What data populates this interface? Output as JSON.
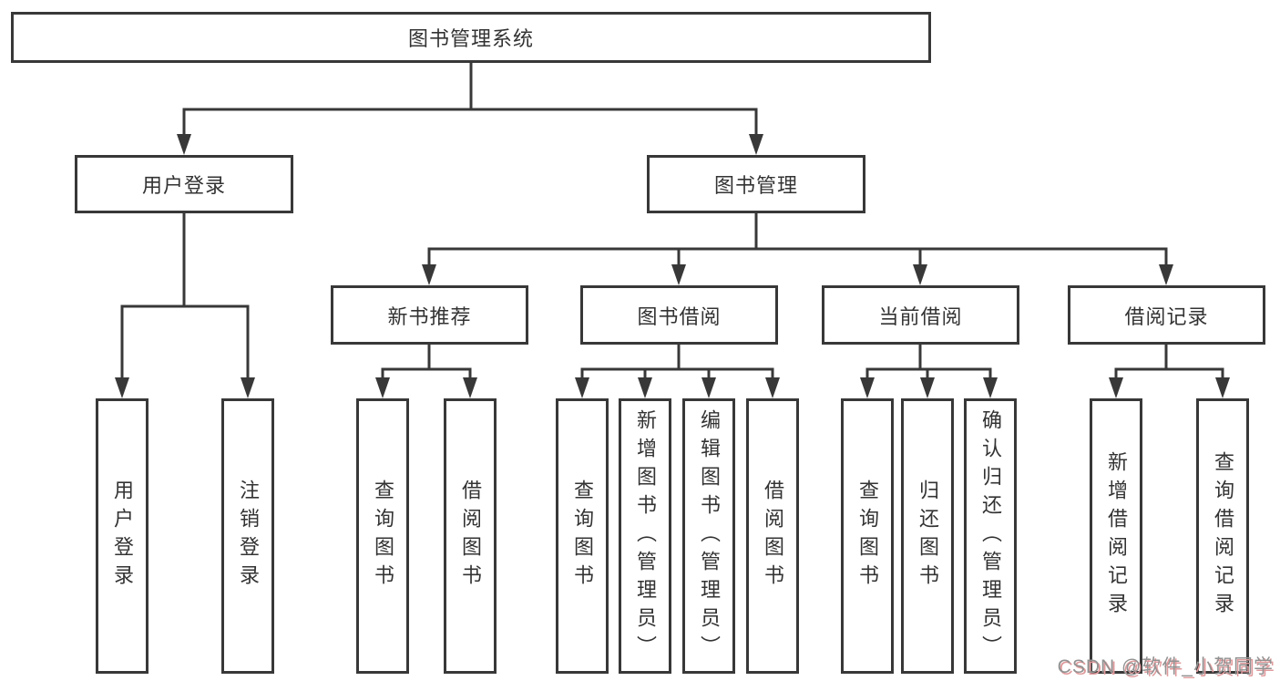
{
  "diagram": {
    "type": "tree-hierarchy",
    "title": "图书管理系统",
    "colors": {
      "line": "#383838",
      "box_border": "#383838",
      "box_fill": "#ffffff",
      "text": "#333333",
      "watermark_text": "#929292",
      "watermark_shadow": "#e09a9c"
    },
    "nodes": {
      "root": {
        "label": "图书管理系统"
      },
      "user_login": {
        "label": "用户登录"
      },
      "book_mgmt": {
        "label": "图书管理"
      },
      "new_book_rec": {
        "label": "新书推荐"
      },
      "book_borrow": {
        "label": "图书借阅"
      },
      "current_borrow": {
        "label": "当前借阅"
      },
      "borrow_records": {
        "label": "借阅记录"
      },
      "leaf_user_login": {
        "label": "用户登录"
      },
      "leaf_logout": {
        "label": "注销登录"
      },
      "leaf_query_books_new": {
        "label": "查询图书"
      },
      "leaf_borrow_books_new": {
        "label": "借阅图书"
      },
      "leaf_query_books_borrow": {
        "label": "查询图书"
      },
      "leaf_add_books": {
        "label": "新增图书（管理员）"
      },
      "leaf_edit_books": {
        "label": "编辑图书（管理员）"
      },
      "leaf_borrow_books_borrow": {
        "label": "借阅图书"
      },
      "leaf_query_books_current": {
        "label": "查询图书"
      },
      "leaf_return_books": {
        "label": "归还图书"
      },
      "leaf_confirm_return": {
        "label": "确认归还（管理员）"
      },
      "leaf_add_borrow_record": {
        "label": "新增借阅记录"
      },
      "leaf_query_borrow_record": {
        "label": "查询借阅记录"
      }
    },
    "edges": [
      {
        "from": "root",
        "to": [
          "user_login",
          "book_mgmt"
        ]
      },
      {
        "from": "user_login",
        "to": [
          "leaf_user_login",
          "leaf_logout"
        ]
      },
      {
        "from": "book_mgmt",
        "to": [
          "new_book_rec",
          "book_borrow",
          "current_borrow",
          "borrow_records"
        ]
      },
      {
        "from": "new_book_rec",
        "to": [
          "leaf_query_books_new",
          "leaf_borrow_books_new"
        ]
      },
      {
        "from": "book_borrow",
        "to": [
          "leaf_query_books_borrow",
          "leaf_add_books",
          "leaf_edit_books",
          "leaf_borrow_books_borrow"
        ]
      },
      {
        "from": "current_borrow",
        "to": [
          "leaf_query_books_current",
          "leaf_return_books",
          "leaf_confirm_return"
        ]
      },
      {
        "from": "borrow_records",
        "to": [
          "leaf_add_borrow_record",
          "leaf_query_borrow_record"
        ]
      }
    ],
    "watermark": "CSDN @软件_小贺同学"
  }
}
